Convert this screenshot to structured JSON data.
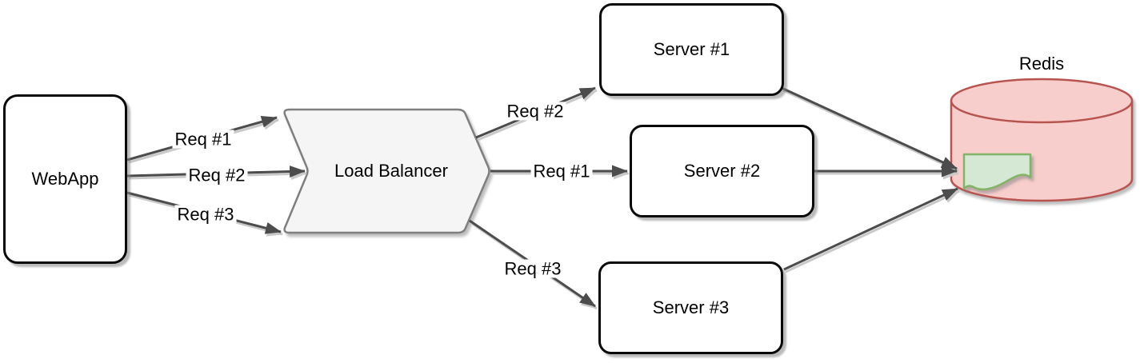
{
  "diagram": {
    "type": "flowchart",
    "title": "",
    "nodes": [
      {
        "id": "webapp",
        "label": "WebApp",
        "shape": "rounded-rectangle"
      },
      {
        "id": "load-balancer",
        "label": "Load Balancer",
        "shape": "step-chevron"
      },
      {
        "id": "server-1",
        "label": "Server #1",
        "shape": "rounded-rectangle"
      },
      {
        "id": "server-2",
        "label": "Server #2",
        "shape": "rounded-rectangle"
      },
      {
        "id": "server-3",
        "label": "Server #3",
        "shape": "rounded-rectangle"
      },
      {
        "id": "redis",
        "label": "Redis",
        "shape": "database-cylinder"
      },
      {
        "id": "redis-cache-entry",
        "label": "",
        "shape": "document"
      }
    ],
    "edges": [
      {
        "from": "webapp",
        "to": "load-balancer",
        "label": "Req #1"
      },
      {
        "from": "webapp",
        "to": "load-balancer",
        "label": "Req #2"
      },
      {
        "from": "webapp",
        "to": "load-balancer",
        "label": "Req #3"
      },
      {
        "from": "load-balancer",
        "to": "server-1",
        "label": "Req #2"
      },
      {
        "from": "load-balancer",
        "to": "server-2",
        "label": "Req #1"
      },
      {
        "from": "load-balancer",
        "to": "server-3",
        "label": "Req #3"
      },
      {
        "from": "server-1",
        "to": "redis",
        "label": ""
      },
      {
        "from": "server-2",
        "to": "redis",
        "label": ""
      },
      {
        "from": "server-3",
        "to": "redis",
        "label": ""
      }
    ],
    "colors": {
      "node_fill": "#ffffff",
      "node_border": "#0a0a0a",
      "load_balancer_fill": "#f5f5f5",
      "load_balancer_border": "#7f7f7f",
      "redis_fill": "#f8cecc",
      "redis_border": "#b85450",
      "document_fill": "#d5e8d4",
      "document_border": "#82b366",
      "arrow": "#4c4c4c",
      "text": "#000000"
    }
  }
}
